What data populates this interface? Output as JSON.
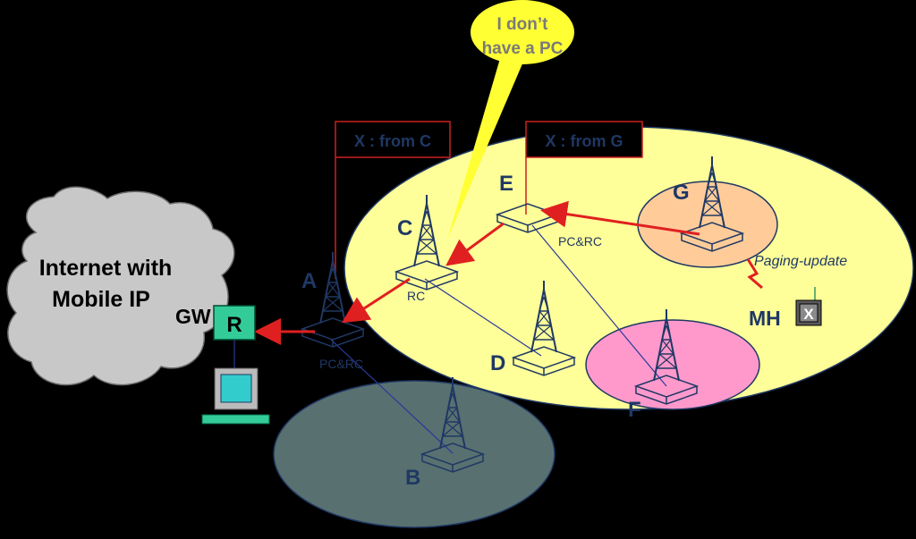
{
  "cloud": {
    "line1": "Internet with",
    "line2": "Mobile IP"
  },
  "gateway": {
    "gw_label": "GW",
    "router_label": "R"
  },
  "callout": {
    "line1": "I don’t",
    "line2": "have a PC"
  },
  "boxes": {
    "from_c": "X : from C",
    "from_g": "X : from G"
  },
  "nodes": {
    "a": {
      "letter": "A",
      "role": "PC&RC"
    },
    "b": {
      "letter": "B"
    },
    "c": {
      "letter": "C",
      "role": "RC"
    },
    "d": {
      "letter": "D"
    },
    "e": {
      "letter": "E",
      "role": "PC&RC"
    },
    "f": {
      "letter": "F"
    },
    "g": {
      "letter": "G"
    }
  },
  "mh": {
    "label": "MH",
    "badge": "X"
  },
  "paging": {
    "label": "Paging-update"
  },
  "colors": {
    "big_cell": "#ffff99",
    "cell_b": "#587070",
    "cell_f": "#ff99cc",
    "cell_g": "#ffcc99",
    "cloud": "#c8c8c8",
    "arrow": "#e02020",
    "letter": "#1f3864",
    "callout": "#ffff33",
    "router": "#33cc99"
  }
}
